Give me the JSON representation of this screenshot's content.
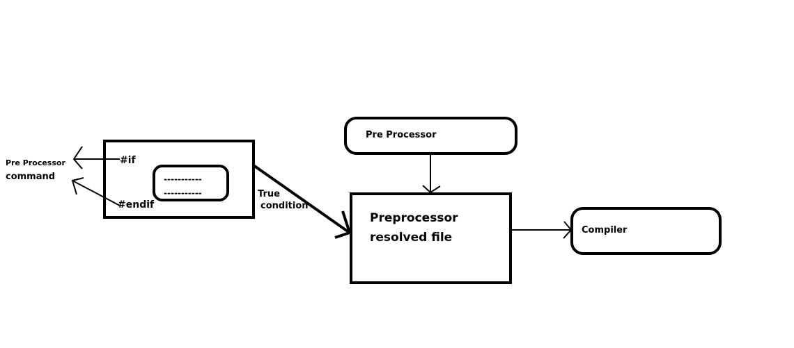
{
  "diagram": {
    "nodes": {
      "source_block": {
        "lines": [
          "#if",
          "#endif"
        ]
      },
      "inner_block": {
        "lines": [
          "-----------",
          "-----------"
        ]
      },
      "preprocessor": {
        "label": "Pre Processor"
      },
      "resolved_file": {
        "lines": [
          "Preprocessor",
          "resolved file"
        ]
      },
      "compiler": {
        "label": "Compiler"
      }
    },
    "labels": {
      "pp_command": [
        "Pre Processor",
        "command"
      ],
      "true_condition": [
        "True",
        "condition"
      ]
    },
    "edges": [
      {
        "from": "#if",
        "to": "pp_command"
      },
      {
        "from": "#endif",
        "to": "pp_command"
      },
      {
        "from": "source_block",
        "to": "resolved_file",
        "label": "True condition"
      },
      {
        "from": "preprocessor",
        "to": "resolved_file"
      },
      {
        "from": "resolved_file",
        "to": "compiler"
      }
    ]
  }
}
